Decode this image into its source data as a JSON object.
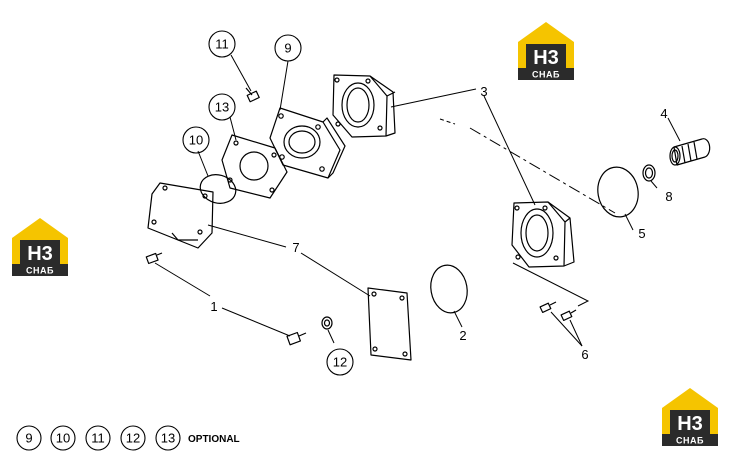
{
  "diagram": {
    "callouts": {
      "c1": "1",
      "c2": "2",
      "c3": "3",
      "c4": "4",
      "c5": "5",
      "c6": "6",
      "c7": "7",
      "c8": "8",
      "c9": "9",
      "c10": "10",
      "c11": "11",
      "c12": "12",
      "c13": "13"
    },
    "legend": {
      "optional_numbers": [
        "9",
        "10",
        "11",
        "12",
        "13"
      ],
      "optional_label": "OPTIONAL"
    }
  },
  "watermark": {
    "brand_mark": "H3",
    "brand_text": "СНАБ",
    "accent_color": "#f5c400",
    "dark_color": "#2b2b2b"
  }
}
